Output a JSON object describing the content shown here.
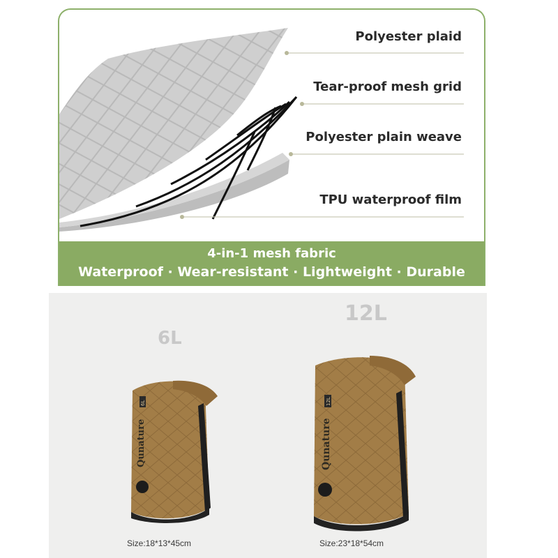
{
  "layers": [
    "Polyester plaid",
    "Tear-proof mesh grid",
    "Polyester plain weave",
    "TPU waterproof film"
  ],
  "banner": {
    "title": "4-in-1 mesh fabric",
    "features": "Waterproof · Wear-resistant · Lightweight · Durable"
  },
  "products": [
    {
      "capacity": "6L",
      "size": "Size:18*13*45cm",
      "brand": "Qunature",
      "badge": "6L"
    },
    {
      "capacity": "12L",
      "size": "Size:23*18*54cm",
      "brand": "Qunature",
      "badge": "12L"
    }
  ],
  "colors": {
    "accent_green": "#8aab63",
    "bag_brown": "#a27d47",
    "fabric_gray": "#c9c9c9"
  }
}
